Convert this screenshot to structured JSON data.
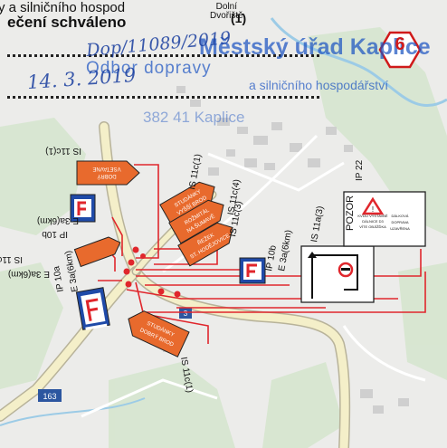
{
  "header": {
    "line1": "y a silničního hospod",
    "approval": "ečení schváleno",
    "village_top": "Dolní",
    "village": "Dvořiště",
    "village_num": "(1)"
  },
  "stamp": {
    "office": "Městský úřad Kaplice",
    "dept": "Odbor dopravy",
    "dept2": "a silničního hospodářství",
    "postal": "382 41 Kaplice"
  },
  "handwriting": {
    "ref": "Dop/11089/2019",
    "date": "14. 3. 2019"
  },
  "marker": {
    "number": "6",
    "color": "#d01a1a"
  },
  "roads": {
    "route_number": "163",
    "route_small": "3"
  },
  "signs": [
    {
      "id": "is11c_top",
      "code": "IS 11c(1)",
      "text": [
        "DOBRÝ",
        "VSETAVNE"
      ]
    },
    {
      "id": "e3a_6km_left",
      "code": "E 3a(6km)"
    },
    {
      "id": "ip10b_left",
      "code": "IP 10b"
    },
    {
      "id": "is11c_left2",
      "code": "IS 11c(1)"
    },
    {
      "id": "is11c_1",
      "code": "IS 11c(1)",
      "text": [
        "STUDÁNKY",
        "VYŠŠÍ BROD"
      ]
    },
    {
      "id": "is11c_4",
      "code": "IS 11c(4)",
      "text": [
        "ROŽMITÁL",
        "NA ŠUMAVĚ"
      ]
    },
    {
      "id": "is11c_3",
      "code": "IS 11c(3)",
      "text": [
        "ŘEŽEK",
        "ST. HODĚJOVICE"
      ]
    },
    {
      "id": "ip10b_center",
      "code": "IP 10b"
    },
    {
      "id": "e3a_6km_center",
      "code": "E 3a(6km)"
    },
    {
      "id": "is11a_3",
      "code": "IS 11a(3)"
    },
    {
      "id": "ip22",
      "code": "IP 22",
      "text": [
        "POZOR",
        "KVŮLI VÝSTAVBĚ",
        "DÁLNICE D3",
        "VÍTE OBJÍŽĎKA",
        "DÁLKOVÁ",
        "DOPRAVA",
        "UZAVŘENA"
      ]
    },
    {
      "id": "e3a_6km_left2",
      "code": "E 3a(6km)"
    },
    {
      "id": "ip10a",
      "code": "IP 10a"
    },
    {
      "id": "is11c_bottom",
      "code": "IS 11c(1)",
      "text": [
        "STUDÁNKY",
        "DOBRÝ BROD"
      ]
    }
  ]
}
